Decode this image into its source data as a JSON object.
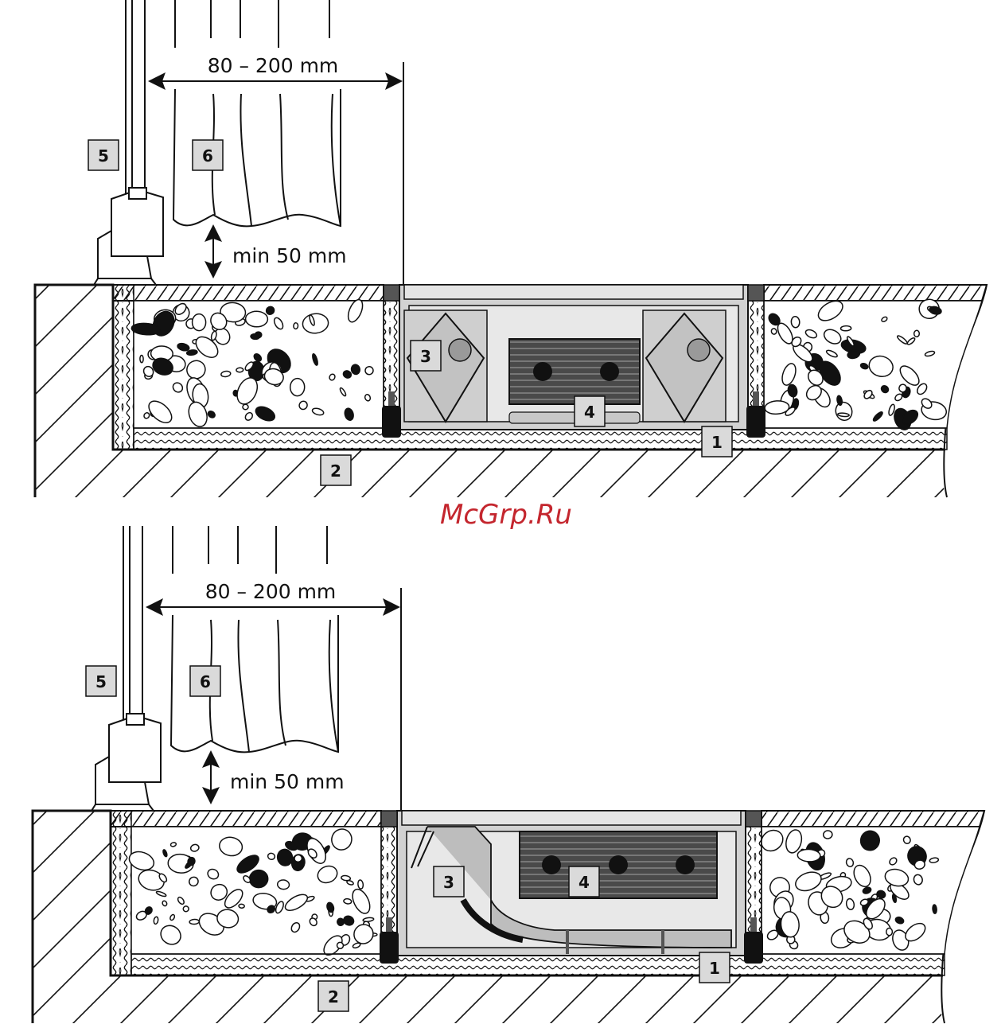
{
  "watermark": "McGrp.Ru",
  "colors": {
    "watermark": "#c4262e",
    "tag_fill": "#dadada",
    "housing_fill": "#d2d2d2",
    "grille_fill": "#4a4a4a",
    "line": "#111111"
  },
  "top": {
    "width_dimension": "80 – 200 mm",
    "height_dimension": "min 50 mm",
    "tags": {
      "frame": "1",
      "floor": "2",
      "fan": "3",
      "exchanger": "4",
      "window": "5",
      "curtain": "6"
    }
  },
  "bottom": {
    "width_dimension": "80 – 200 mm",
    "height_dimension": "min 50 mm",
    "tags": {
      "frame": "1",
      "floor": "2",
      "fan": "3",
      "exchanger": "4",
      "window": "5",
      "curtain": "6"
    }
  }
}
